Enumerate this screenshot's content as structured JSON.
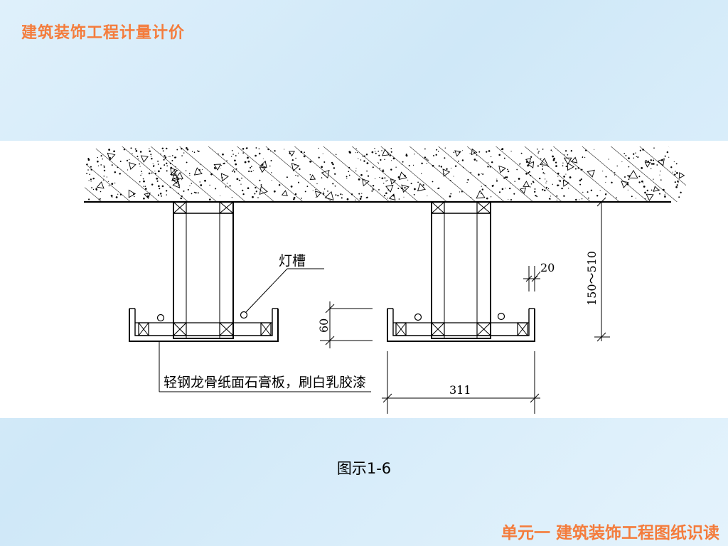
{
  "header": {
    "course_title": "建筑装饰工程计量计价"
  },
  "footer": {
    "unit_title": "单元一  建筑装饰工程图纸识读"
  },
  "figure": {
    "caption": "图示1-6",
    "labels": {
      "light_trough": "灯槽",
      "board_note": "轻钢龙骨纸面石膏板，刷白乳胶漆"
    },
    "dimensions": {
      "gap": "20",
      "height_range": "150～510",
      "trough_depth": "60",
      "trough_width": "311"
    }
  },
  "colors": {
    "accent": "#f47c3c",
    "line": "#000000",
    "panel": "#ffffff"
  }
}
